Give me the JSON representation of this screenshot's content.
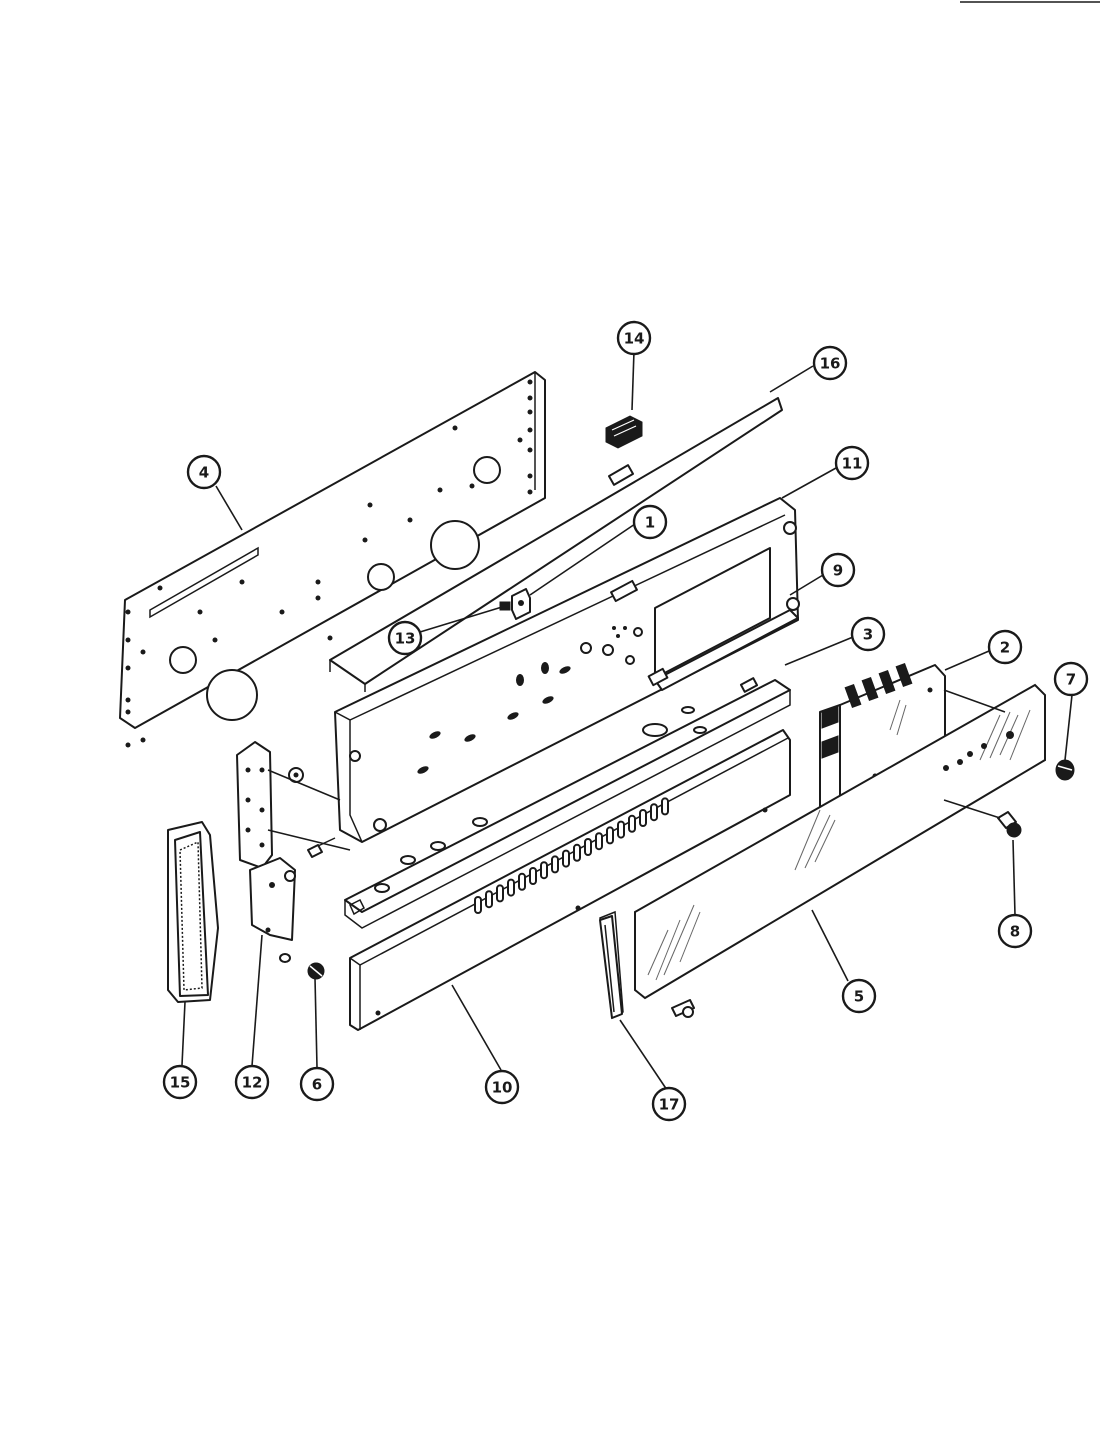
{
  "callouts": [
    {
      "id": "c1",
      "number": "1"
    },
    {
      "id": "c2",
      "number": "2"
    },
    {
      "id": "c3",
      "number": "3"
    },
    {
      "id": "c4",
      "number": "4"
    },
    {
      "id": "c5",
      "number": "5"
    },
    {
      "id": "c6",
      "number": "6"
    },
    {
      "id": "c7",
      "number": "7"
    },
    {
      "id": "c8",
      "number": "8"
    },
    {
      "id": "c9",
      "number": "9"
    },
    {
      "id": "c10",
      "number": "10"
    },
    {
      "id": "c11",
      "number": "11"
    },
    {
      "id": "c12",
      "number": "12"
    },
    {
      "id": "c13",
      "number": "13"
    },
    {
      "id": "c14",
      "number": "14"
    },
    {
      "id": "c15",
      "number": "15"
    },
    {
      "id": "c16",
      "number": "16"
    },
    {
      "id": "c17",
      "number": "17"
    }
  ]
}
